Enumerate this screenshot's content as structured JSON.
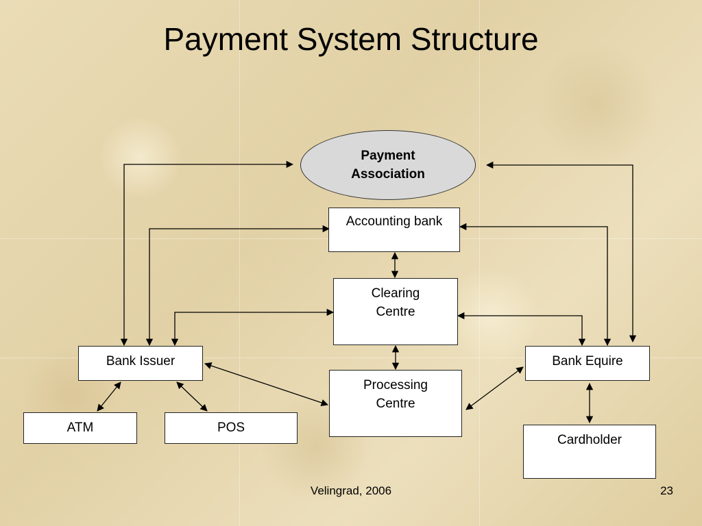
{
  "slide": {
    "title": "Payment System Structure",
    "footer_center": "Velingrad, 2006",
    "page_number": "23"
  },
  "nodes": {
    "payment_association": "Payment\nAssociation",
    "accounting_bank": "Accounting bank",
    "clearing_centre": "Clearing\nCentre",
    "bank_issuer": "Bank Issuer",
    "bank_equire": "Bank Equire",
    "processing_centre": "Processing\nCentre",
    "atm": "ATM",
    "pos": "POS",
    "cardholder": "Cardholder"
  },
  "colors": {
    "background": "#e8dab4",
    "box_fill": "#ffffff",
    "ellipse_fill": "#d9d9d9",
    "line": "#000000"
  }
}
